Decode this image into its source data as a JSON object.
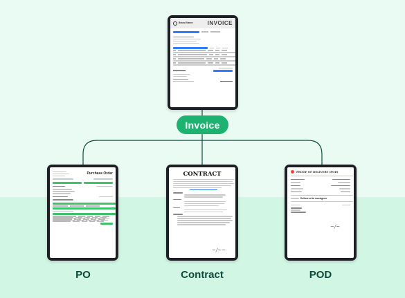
{
  "root": {
    "label": "Invoice",
    "doc_heading": "INVOICE",
    "brand": "Brand Name"
  },
  "children": [
    {
      "label": "PO",
      "doc_heading": "Purchase Order"
    },
    {
      "label": "Contract",
      "doc_heading": "CONTRACT"
    },
    {
      "label": "POD",
      "doc_heading": "PROOF OF DELIVERY (POD)",
      "status_value": "Delivered to consignee"
    }
  ],
  "colors": {
    "badge": "#1db270",
    "caption": "#0c4a3e",
    "accent_green": "#3cc46a",
    "accent_blue": "#2f7ef5",
    "line": "#0c4a3e"
  }
}
